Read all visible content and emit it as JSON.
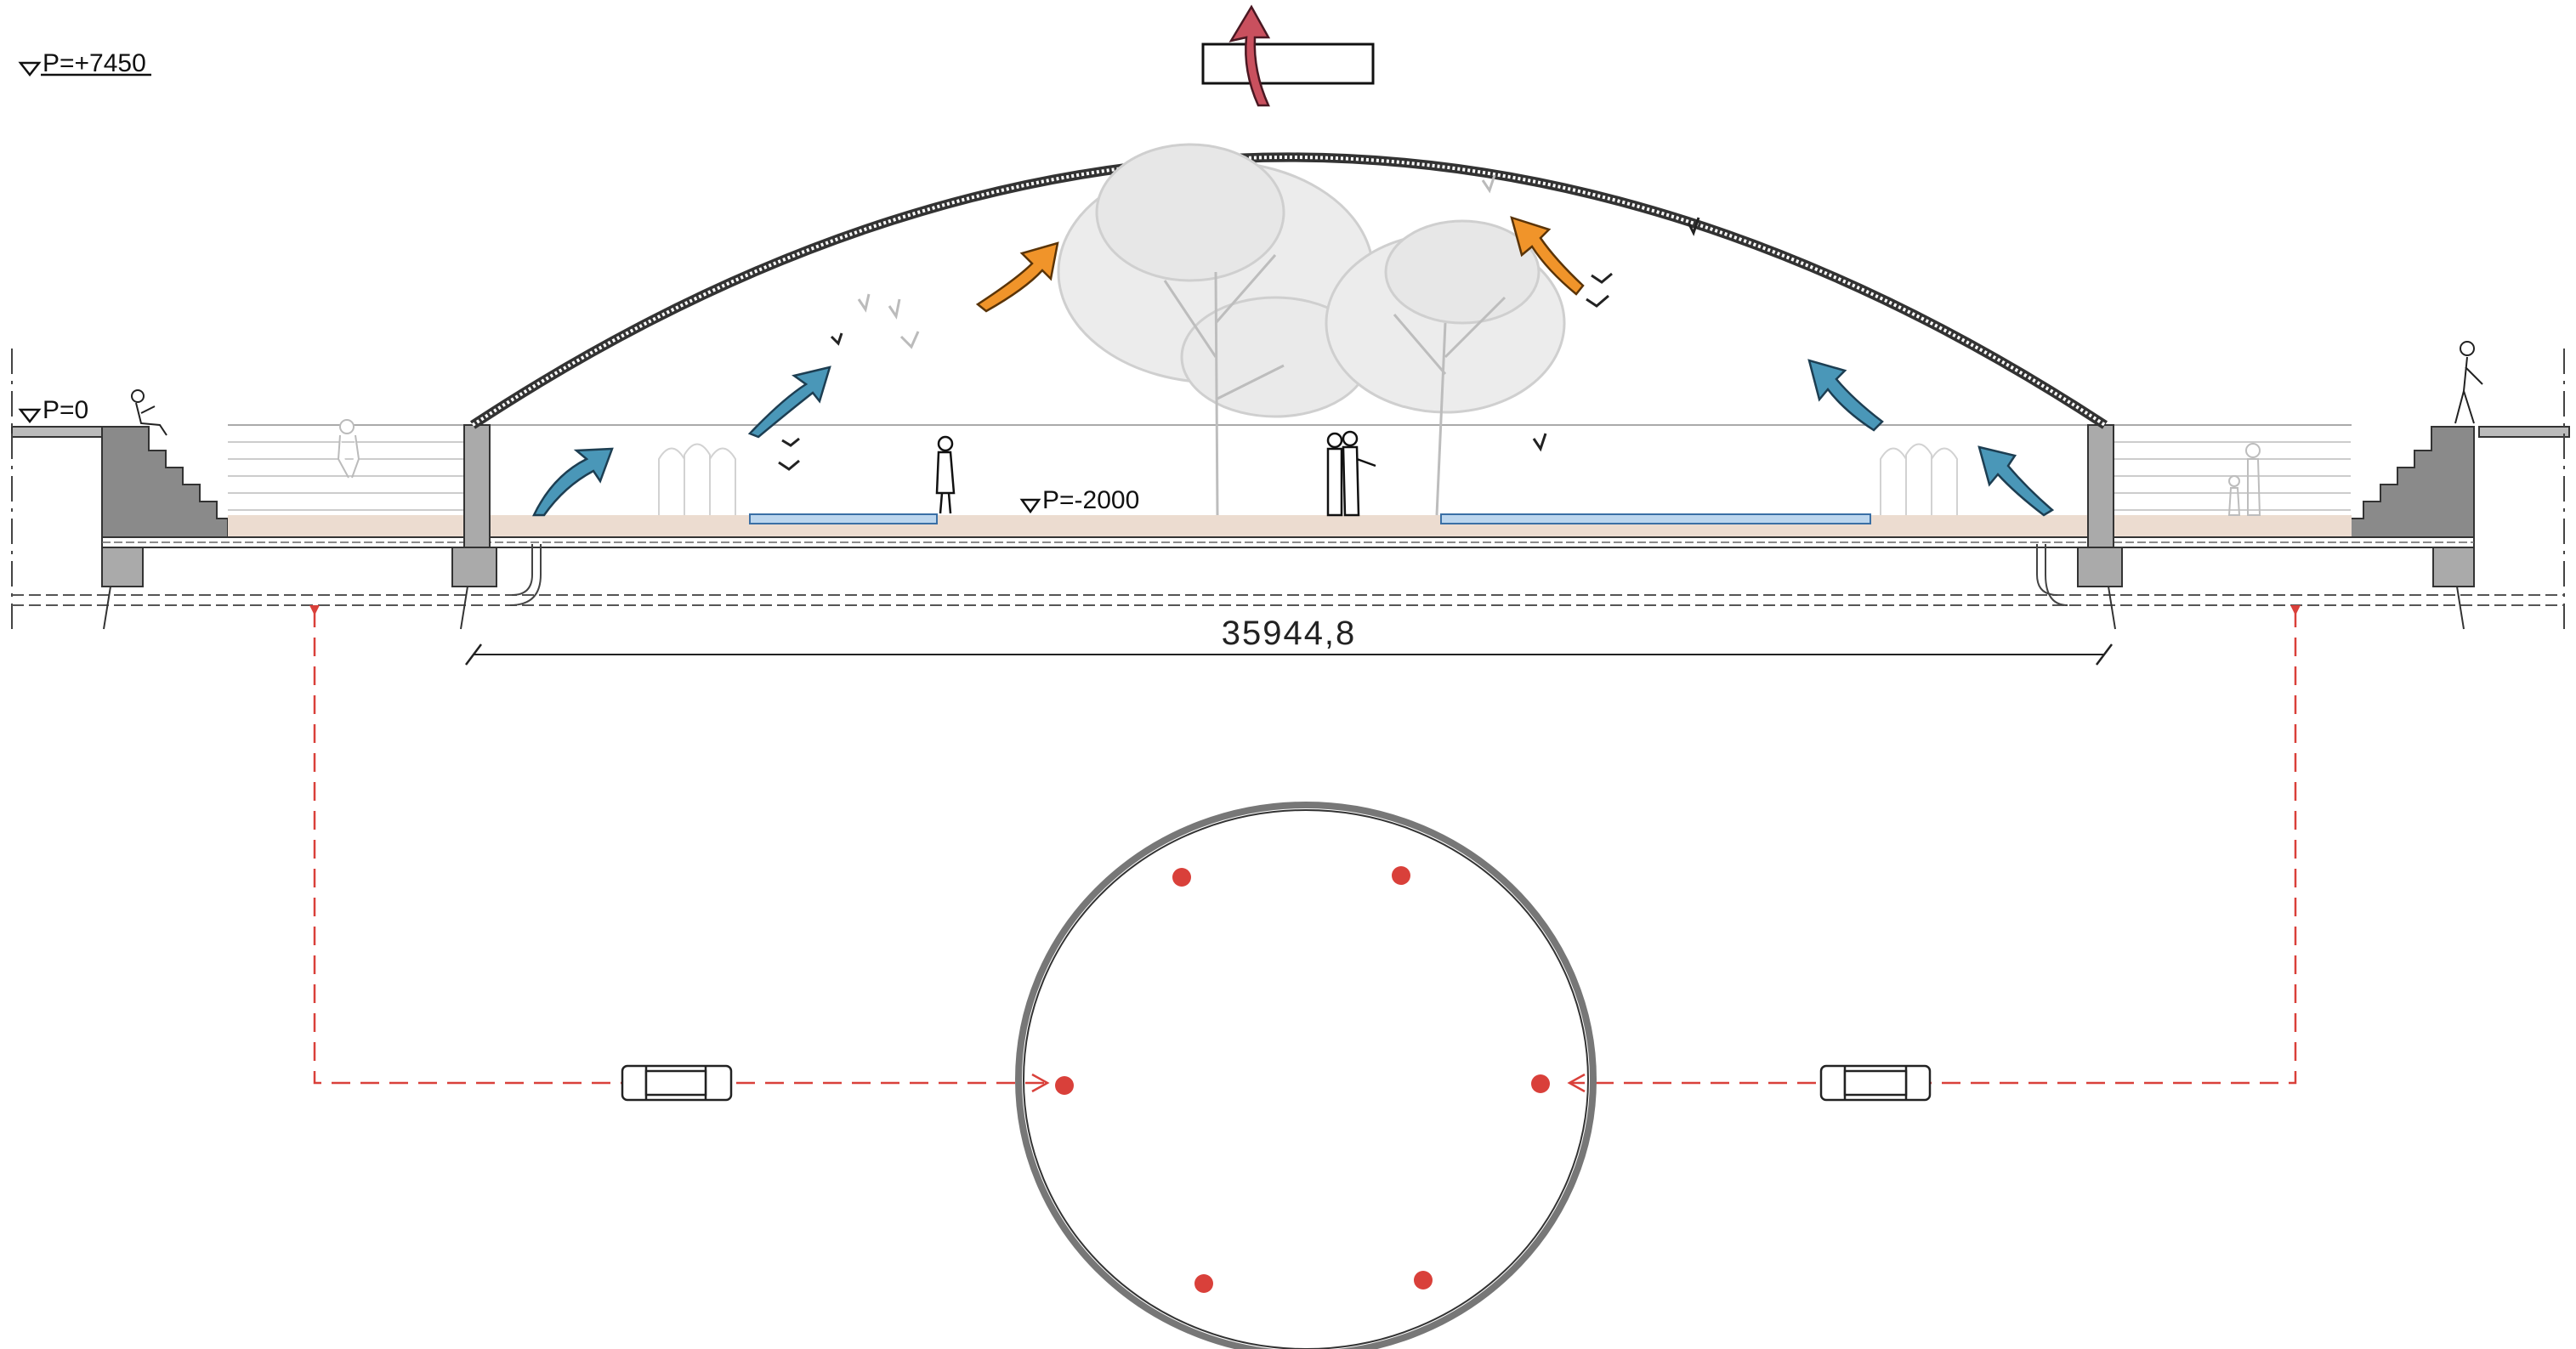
{
  "levels": {
    "top": "P=+7450",
    "ground": "P=0",
    "floor": "P=-2000"
  },
  "dimension": {
    "span": "35944,8"
  },
  "colors": {
    "cool_air_arrow": "#4a97b8",
    "warm_air_arrow": "#f0942a",
    "exhaust_arrow": "#c9505e",
    "duct_line": "#d9403a",
    "vent_point": "#d9403a",
    "floor_fill": "#ecdcd0",
    "water_fill": "#bcd6ee",
    "retaining_wall": "#8a8a8a",
    "tree": "#c9c9c9",
    "dome": "#333333"
  },
  "icons": {
    "level_marker": "triangle-level-marker-icon",
    "air_in": "curved-arrow-icon",
    "air_out": "exhaust-arrow-icon",
    "fan": "duct-fan-icon"
  }
}
